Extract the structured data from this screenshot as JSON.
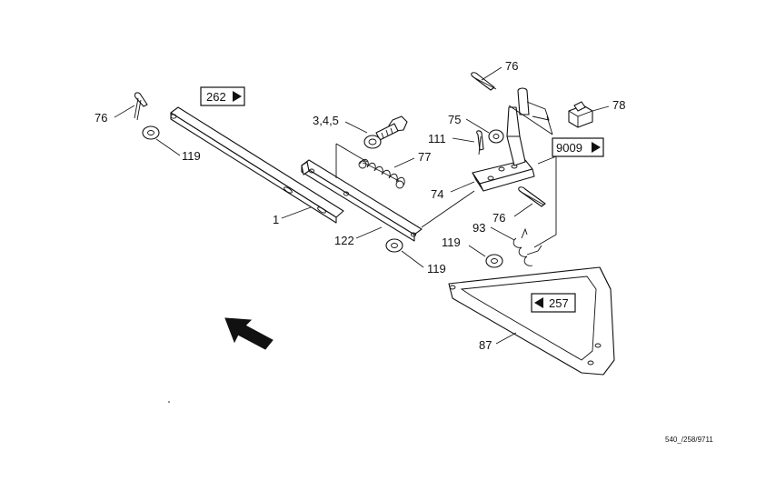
{
  "callouts": {
    "c76_left": "76",
    "c119_left": "119",
    "c1": "1",
    "c345": "3,4,5",
    "c77": "77",
    "c122": "122",
    "c119_mid": "119",
    "c76_top": "76",
    "c75": "75",
    "c111": "111",
    "c78": "78",
    "c74": "74",
    "c76_right": "76",
    "c93": "93",
    "c119_right": "119",
    "c87": "87"
  },
  "refs": {
    "r262": "262",
    "r9009": "9009",
    "r257": "257"
  },
  "drawing_code": "540_/258/9711",
  "colors": {
    "line": "#111111",
    "background": "#ffffff"
  }
}
